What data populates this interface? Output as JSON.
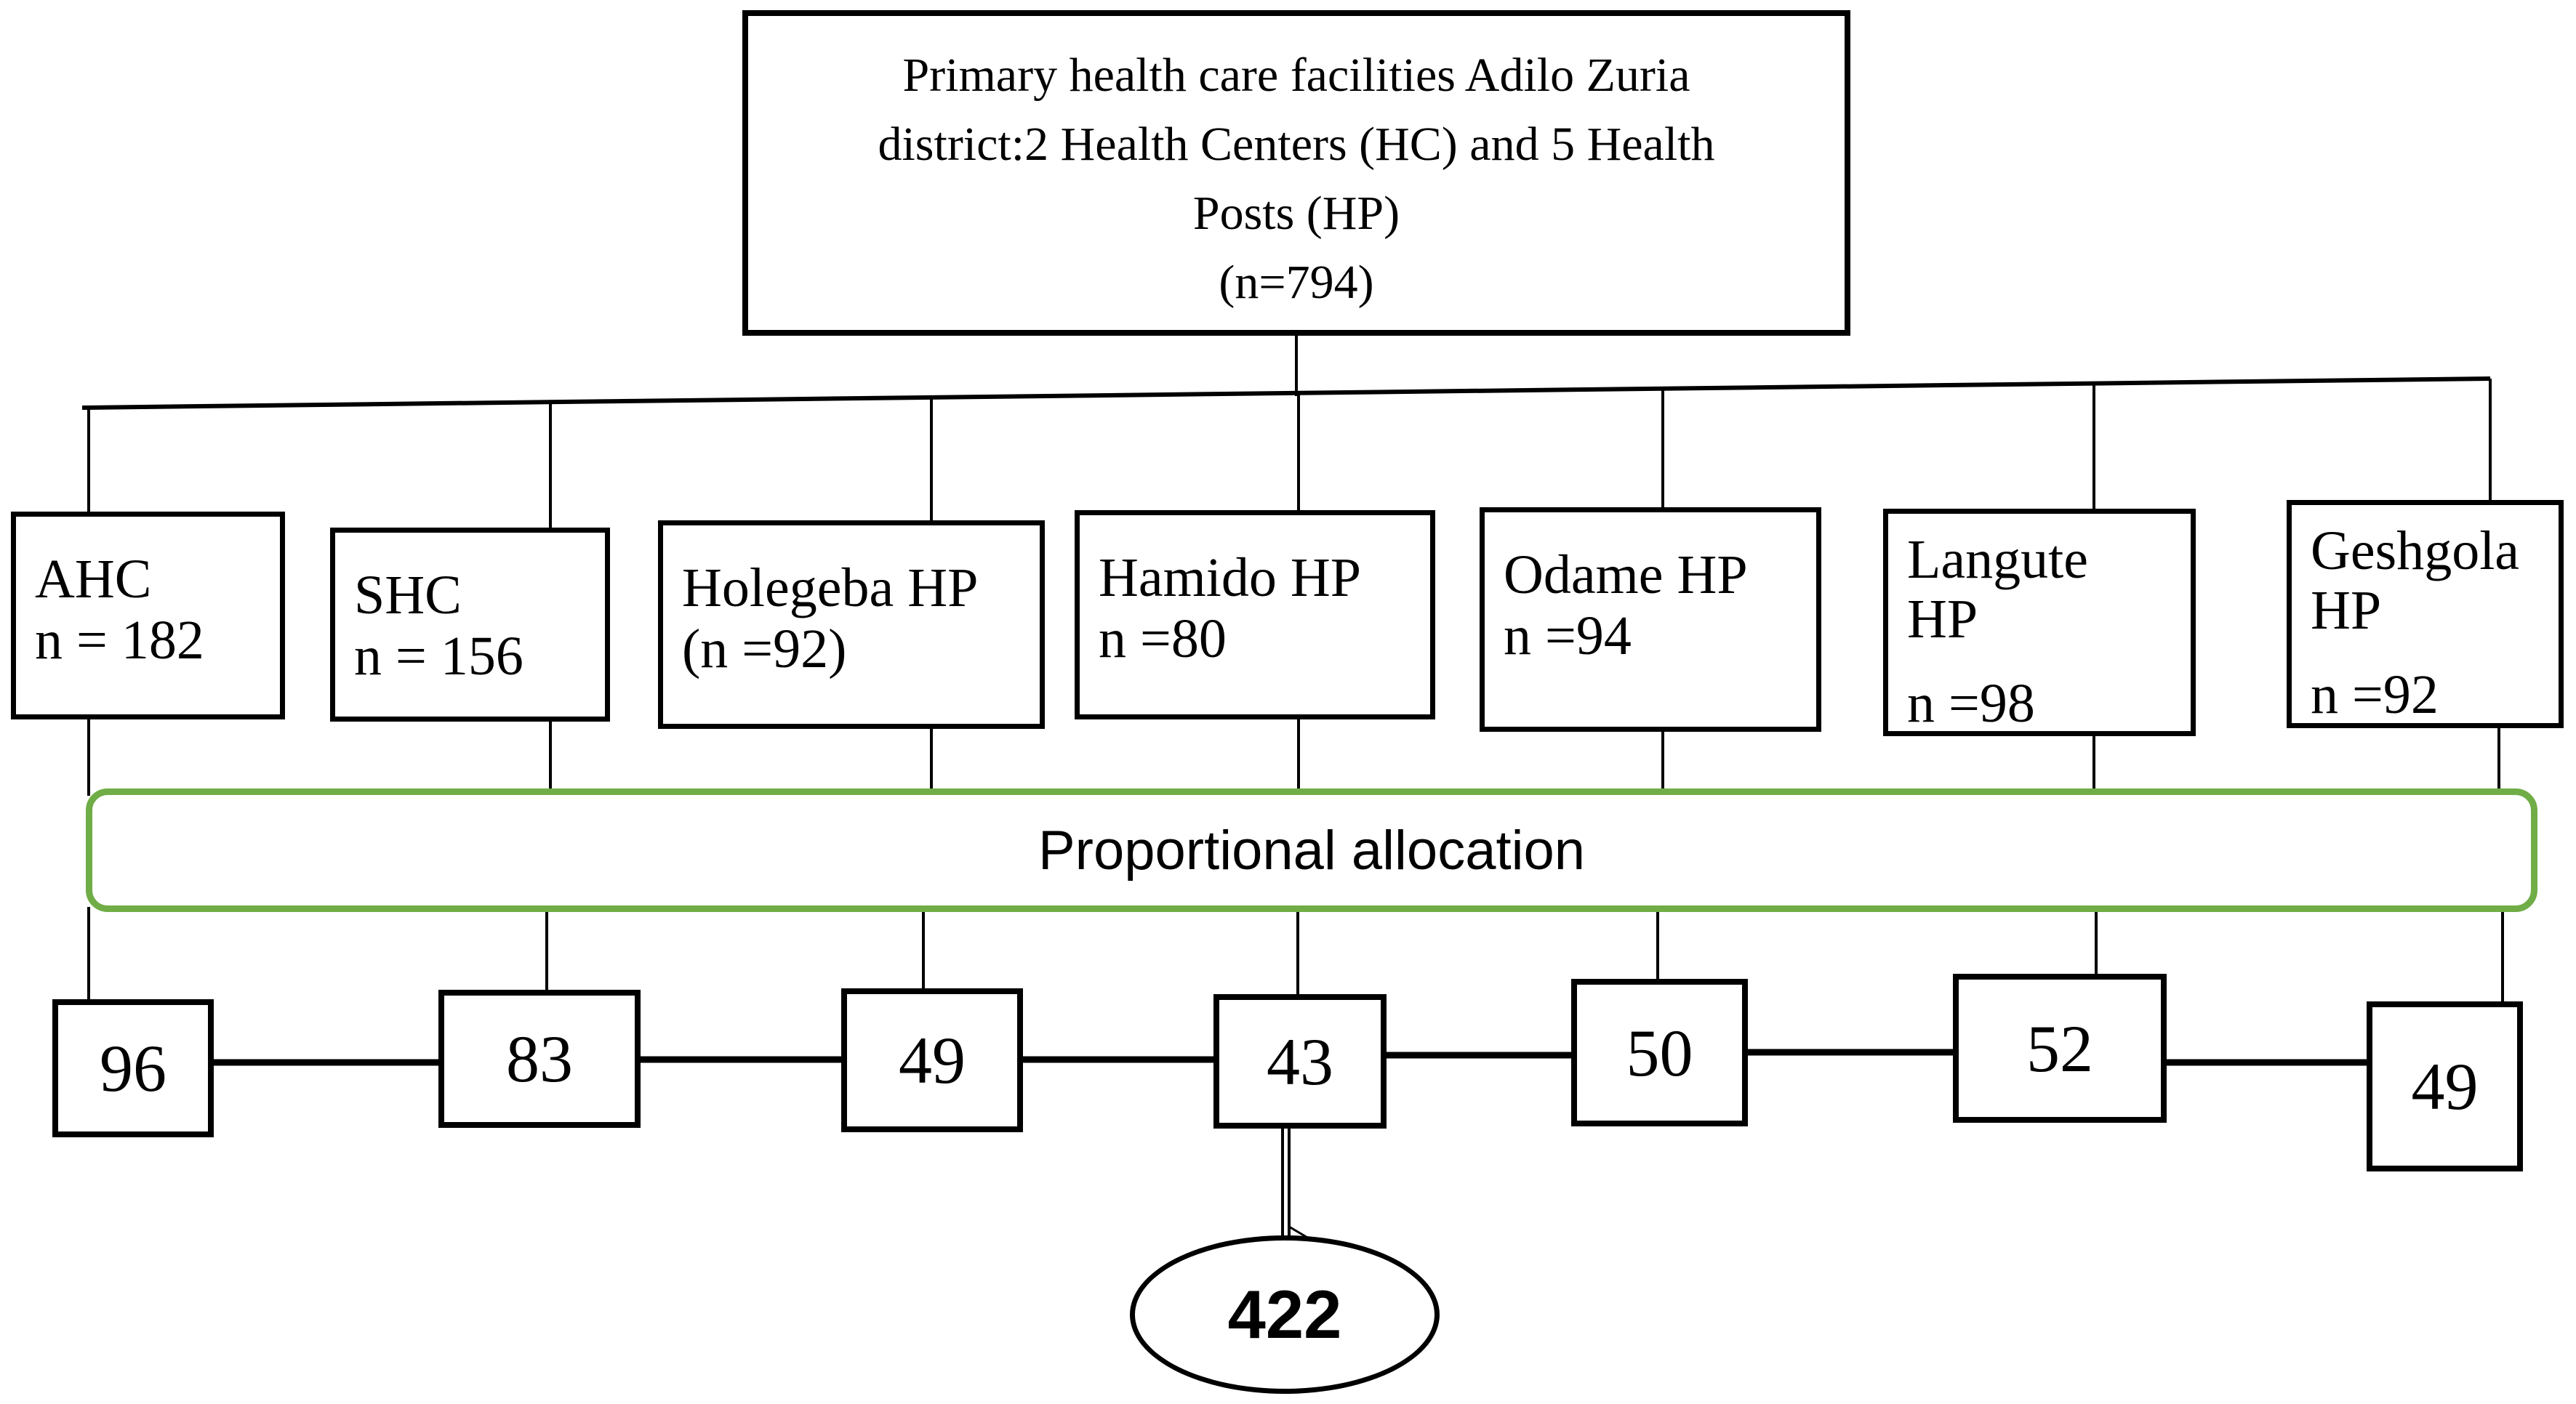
{
  "diagram": {
    "root": {
      "lines": [
        "Primary health care facilities Adilo Zuria",
        "district:2 Health Centers (HC) and 5 Health",
        "Posts (HP)",
        "(n=794)"
      ]
    },
    "facilities": [
      {
        "id": "ahc",
        "lines": [
          "AHC",
          "n = 182"
        ]
      },
      {
        "id": "shc",
        "lines": [
          "SHC",
          "n = 156"
        ]
      },
      {
        "id": "holegeba",
        "lines": [
          "Holegeba HP",
          "(n =92)"
        ]
      },
      {
        "id": "hamido",
        "lines": [
          "Hamido HP",
          "n =80"
        ]
      },
      {
        "id": "odame",
        "lines": [
          "Odame HP",
          "n =94"
        ]
      },
      {
        "id": "langute",
        "lines": [
          "Langute",
          "HP",
          "n =98"
        ]
      },
      {
        "id": "geshgola",
        "lines": [
          "Geshgola",
          "HP",
          "n =92"
        ]
      }
    ],
    "allocation_label": "Proportional allocation",
    "allocated_samples": [
      "96",
      "83",
      "49",
      "43",
      "50",
      "52",
      "49"
    ],
    "total_sample": "422",
    "colors": {
      "accent_green": "#70ad47",
      "line_black": "#000000"
    }
  }
}
